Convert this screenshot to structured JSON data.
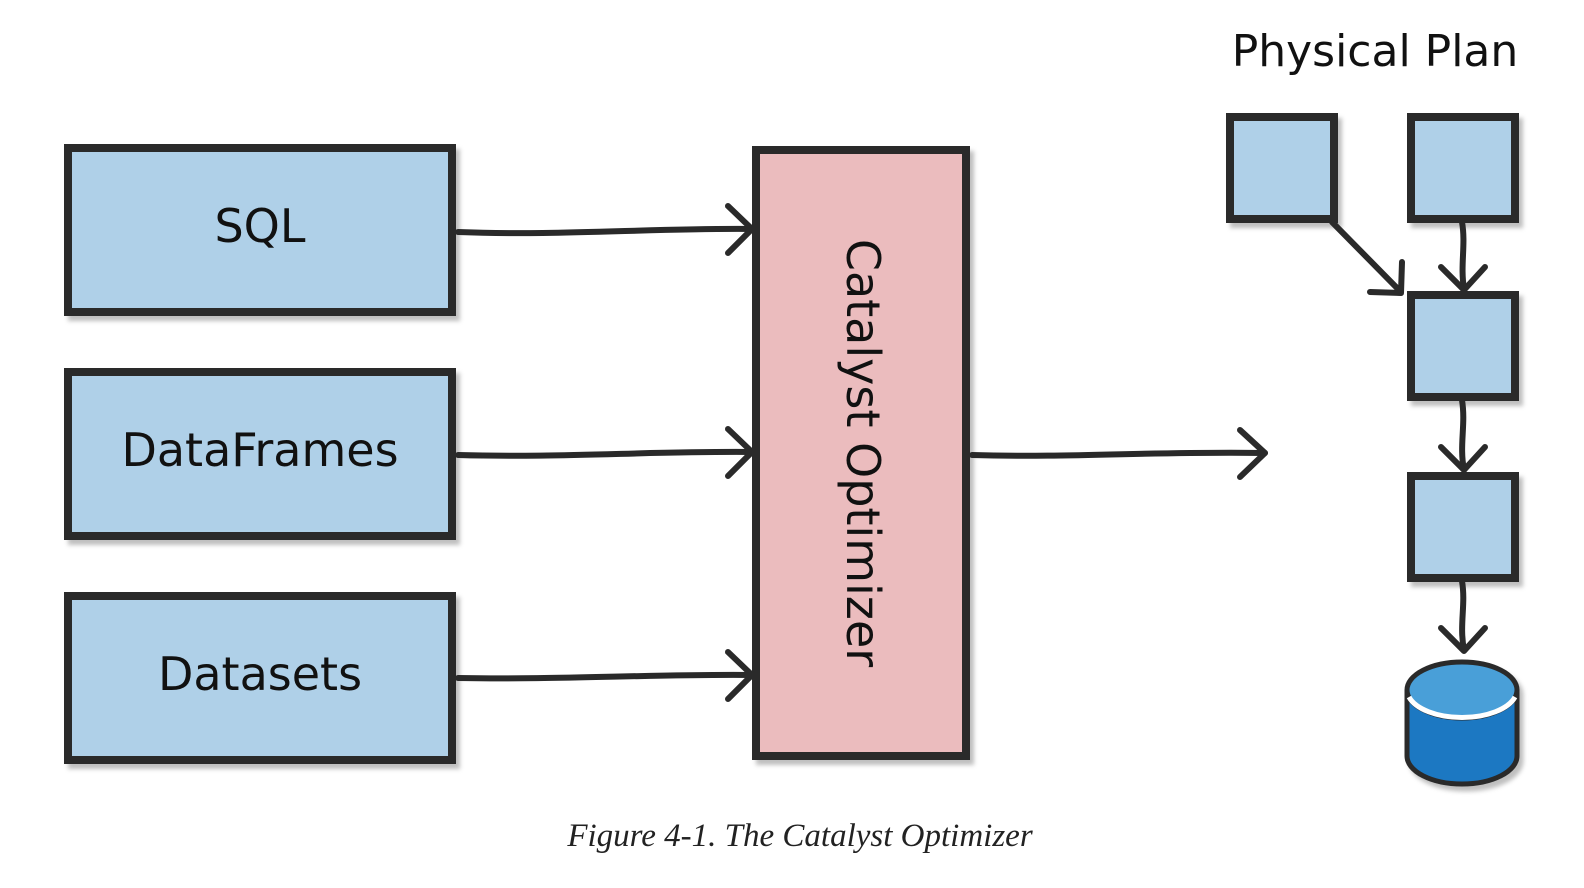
{
  "inputs": [
    {
      "label": "SQL"
    },
    {
      "label": "DataFrames"
    },
    {
      "label": "Datasets"
    }
  ],
  "optimizer": {
    "label": "Catalyst Optimizer"
  },
  "plan": {
    "title": "Physical Plan"
  },
  "caption": "Figure 4-1. The Catalyst Optimizer",
  "colors": {
    "input_fill": "#afd0e8",
    "optimizer_fill": "#ebbcbe",
    "plan_node_fill": "#afd0e8",
    "database_fill": "#1f78c2",
    "database_top": "#4a9fd8",
    "stroke": "#2a2a2a"
  }
}
